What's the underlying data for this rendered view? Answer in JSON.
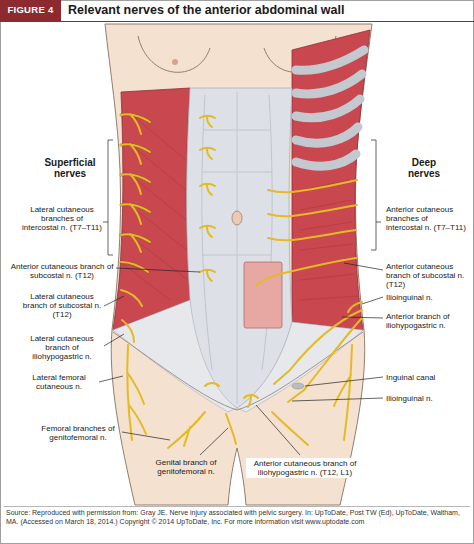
{
  "diagram": {
    "title": "Relevant nerves of the anterior abdominal wall",
    "caption": "Source: Reproduced with permission from: Gray JE. Nerve injury associated with pelvic surgery. In: UpToDate, Post TW (Ed), UpToDate, Waltham, MA. (Accessed on March 18, 2014.) Copyright © 2014 UpToDate, Inc. For more information visit www.uptodate.com",
    "nodes": [
      {
        "text": [
          "FIGURE 4"
        ]
      }
    ],
    "labels": [
      "Superficial nerves",
      "Deep nerves",
      "Lateral cutaneous branches of intercostal n. (T7–T11)",
      "Anterior cutaneous branch of subcostal n. (T12)",
      "Lateral cutaneous branch of subcostal n. (T12)",
      "Lateral cutaneous branch of iliohypogastric n.",
      "Lateral femoral cutaneous n.",
      "Femoral branches of genitofemoral n.",
      "Genital branch of genitofemoral n.",
      "Anterior cutaneous branch of iliohypogastric n. (T12, L1)",
      "Anterior cutaneous branches of intercostal n. (T7–T11)",
      "Anterior cutaneous branch of subcostal n. (T12)",
      "Ilioinguinal n.",
      "Anterior branch of iliohypogastric n.",
      "Inguinal canal",
      "Ilioinguinal n."
    ]
  }
}
